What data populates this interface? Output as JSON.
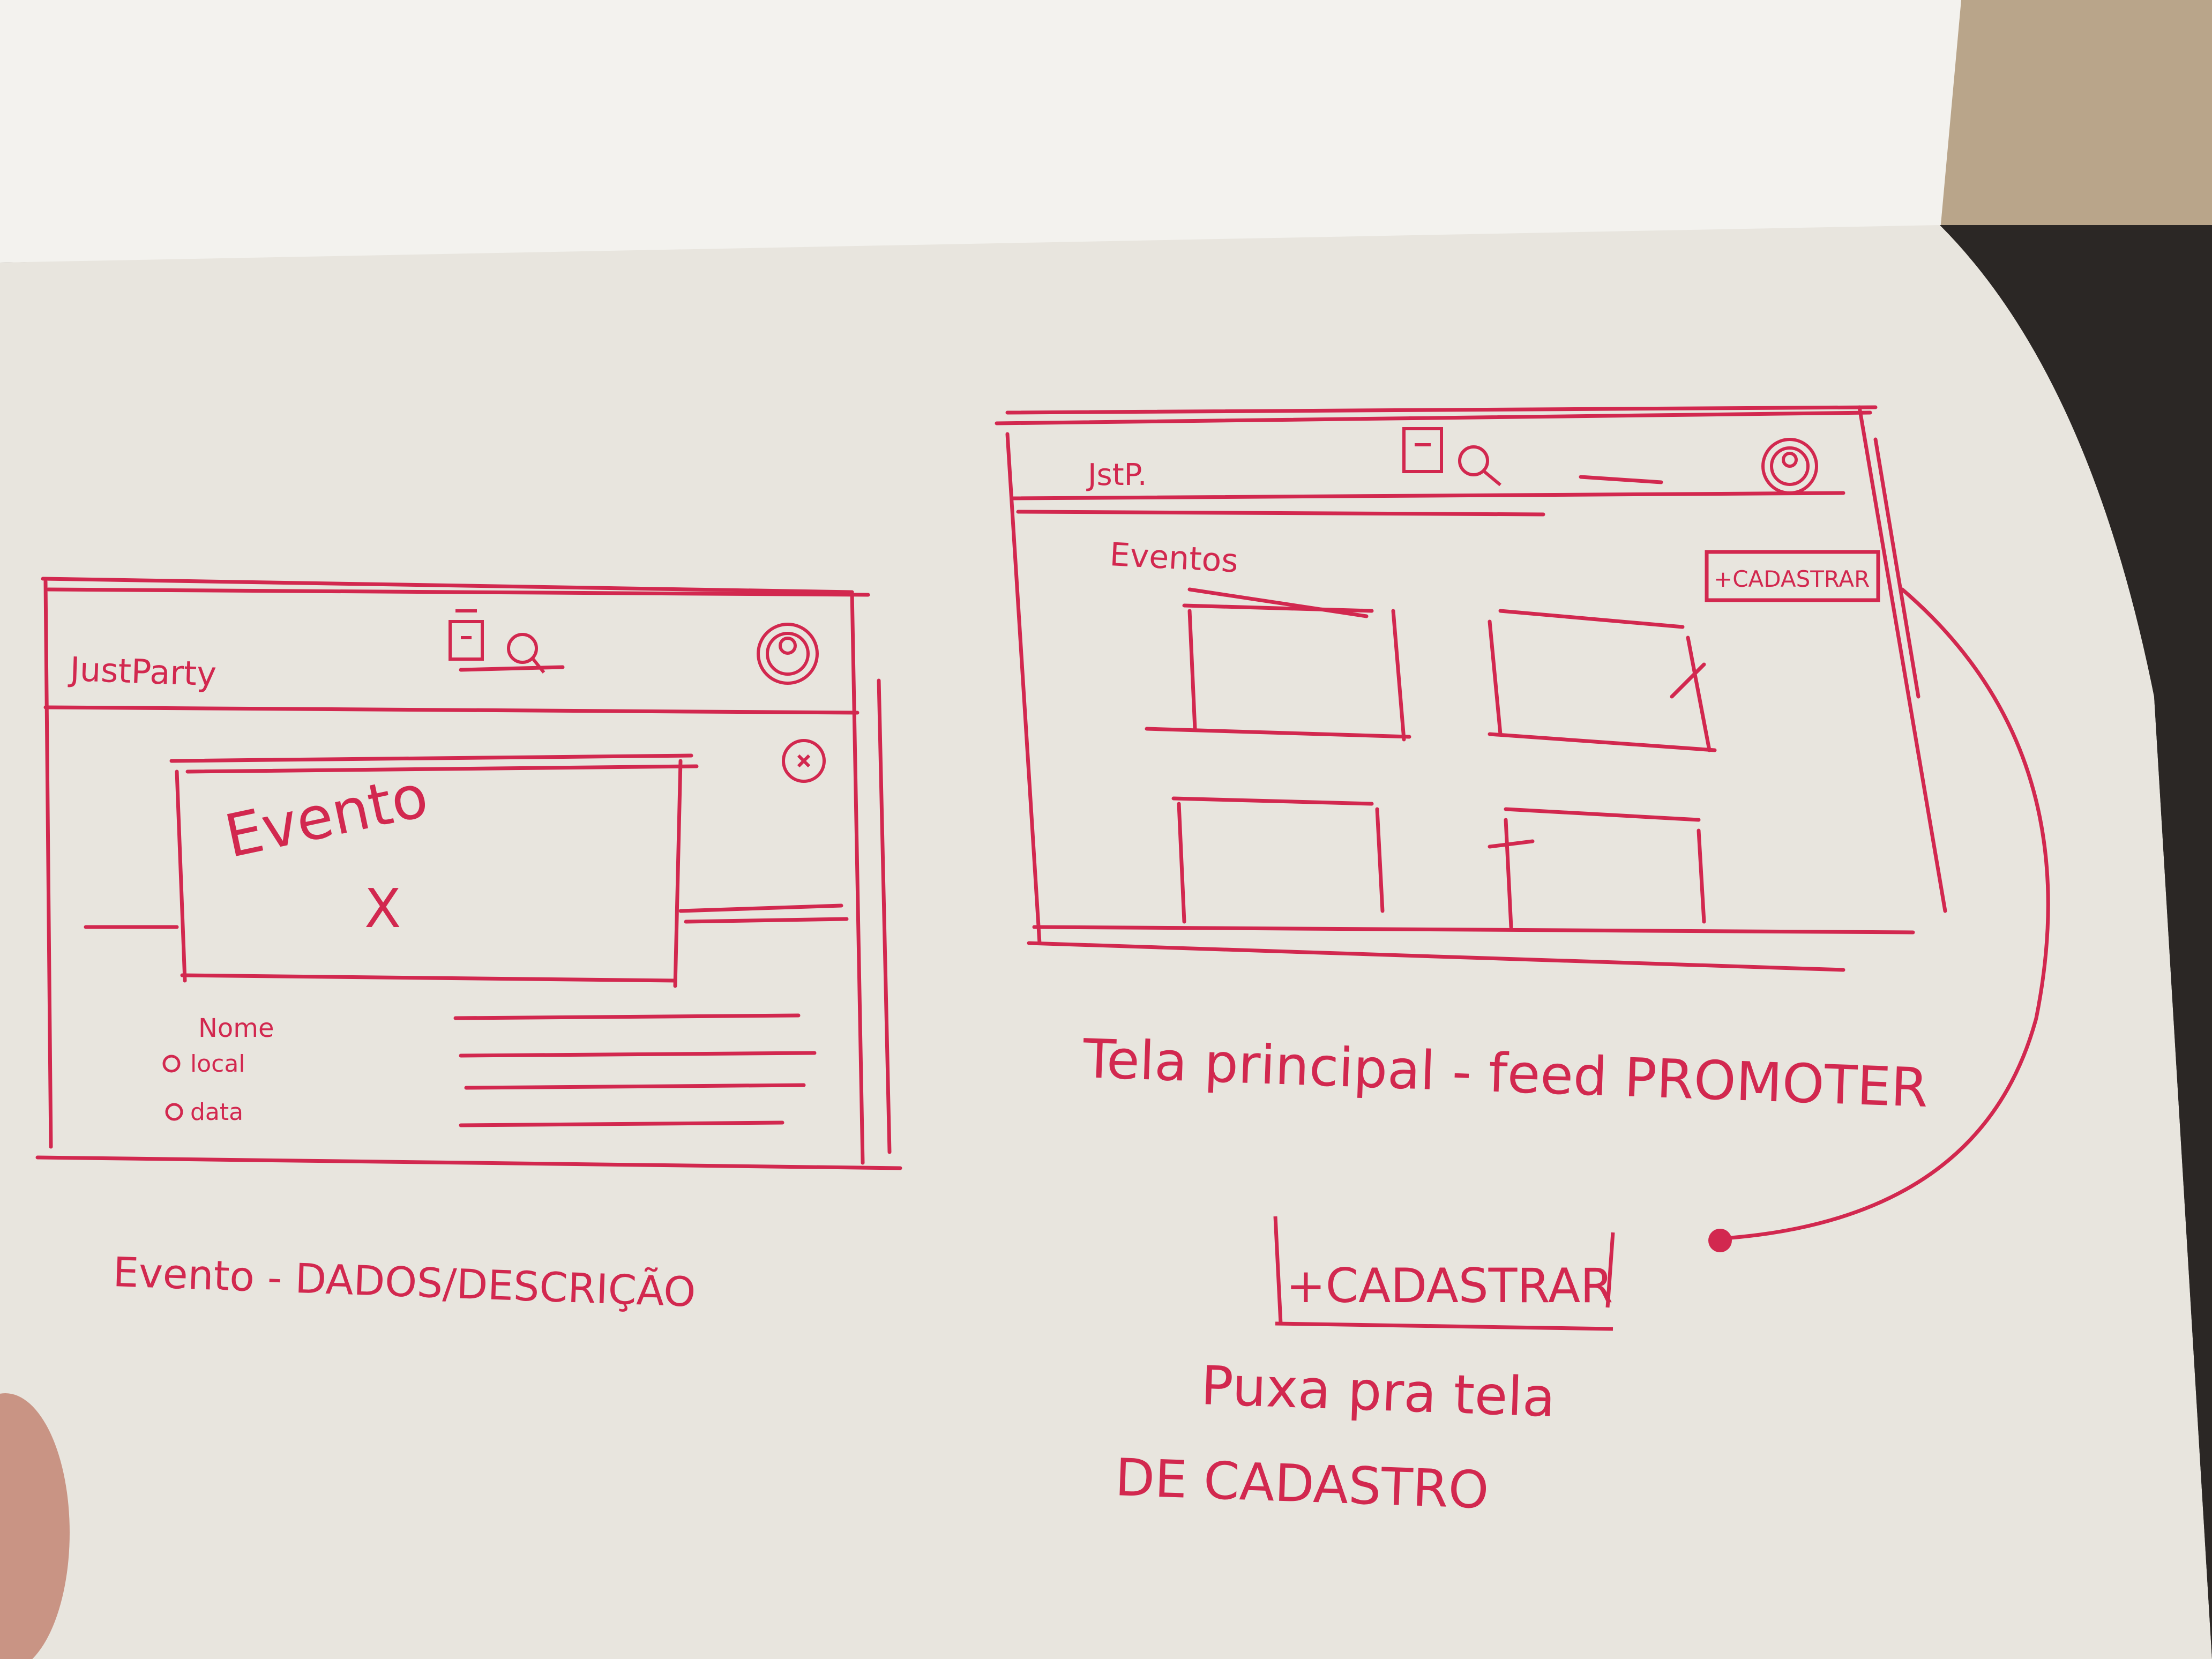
{
  "colors": {
    "ink": "#d2284f",
    "paper": "#e9e6df",
    "background_page": "#f1f0ec",
    "backdrop": "#3a3632"
  },
  "sketch_left": {
    "logo_text": "JustParty",
    "icons": [
      "calendar-icon",
      "search-icon",
      "profile-icon",
      "close-icon"
    ],
    "modal_title": "Evento",
    "modal_close": "X",
    "info_name": "Nome",
    "info_place": "local",
    "info_date": "data",
    "caption": "Evento - DADOS/DESCRIÇÃO"
  },
  "sketch_right": {
    "logo_text": "JstP.",
    "icons": [
      "calendar-icon",
      "search-icon",
      "profile-icon"
    ],
    "section_title": "Eventos",
    "register_button": "+CADASTRAR",
    "caption": "Tela principal - feed PROMOTER"
  },
  "annotation": {
    "button_label": "+CADASTRAR",
    "note_line1": "Puxa pra tela",
    "note_line2": "DE CADASTRO"
  }
}
